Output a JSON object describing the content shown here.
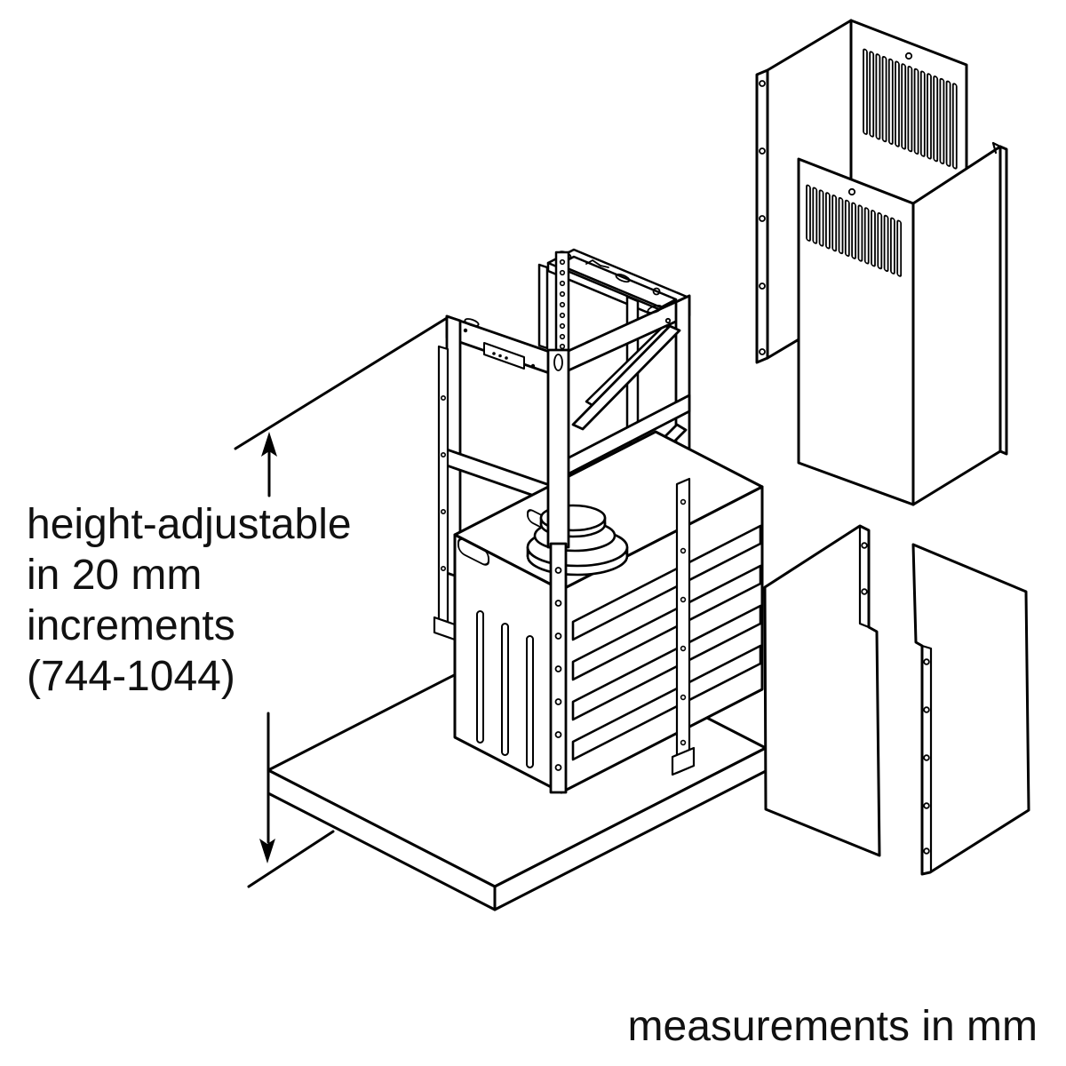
{
  "annotation": {
    "line1": "height-adjustable",
    "line2": "in 20 mm",
    "line3": "increments",
    "line4": "(744-1044)"
  },
  "caption": "measurements in mm",
  "dimension": {
    "adjust_range_mm": "744-1044",
    "increment_mm": "20"
  },
  "colors": {
    "line": "#000000",
    "background": "#ffffff",
    "text": "#111111"
  }
}
